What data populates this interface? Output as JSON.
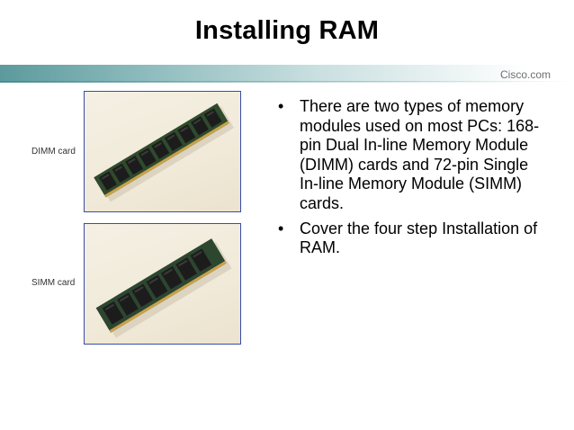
{
  "slide": {
    "title": "Installing RAM",
    "brand": "Cisco.com",
    "images": [
      {
        "label": "DIMM card",
        "alt": "DIMM memory module photo"
      },
      {
        "label": "SIMM card",
        "alt": "SIMM memory module photo"
      }
    ],
    "bullets": [
      "There are two types of memory modules used on most PCs: 168-pin Dual In-line Memory Module (DIMM) cards and 72-pin Single In-line Memory Module (SIMM) cards.",
      "Cover the four step Installation of RAM."
    ],
    "bullet_glyph": "•"
  },
  "colors": {
    "header_bar_start": "#5c9a9d",
    "frame_border": "#3a4ca8",
    "pcb_green": "#2f4a2c",
    "chip_black": "#1c1c1c",
    "gold_contacts": "#c9a24a"
  }
}
